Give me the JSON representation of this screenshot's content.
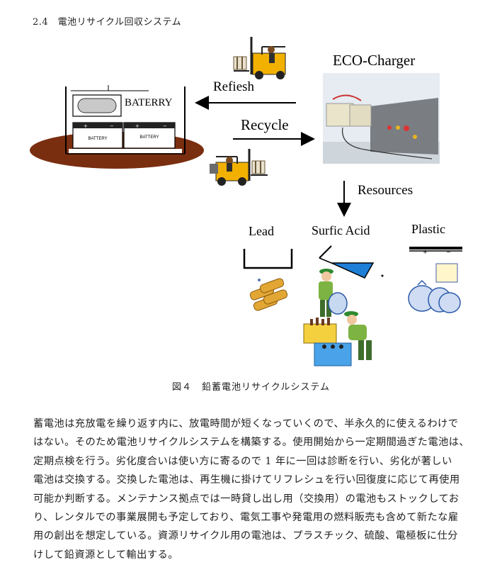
{
  "section_heading": "2.4　電池リサイクル回収システム",
  "diagram": {
    "eco_charger_label": "ECO-Charger",
    "refresh_label": "Refiesh",
    "recycle_label": "Recycle",
    "resources_label": "Resources",
    "battery_label": "BATERRY",
    "battery_cell_label": "BATTERY",
    "lead_label": "Lead",
    "acid_label": "Surfic Acid",
    "plastic_label": "Plastic"
  },
  "figure_caption": "図４　鉛蓄電池リサイクルシステム",
  "body_lines": [
    "蓄電池は充放電を繰り返す内に、放電時間が短くなっていくので、半永久的に使えるわけで",
    "はない。そのため電池リサイクルシステムを構築する。使用開始から一定期間過ぎた電池は、",
    "定期点検を行う。劣化度合いは使い方に寄るので 1 年に一回は診断を行い、劣化が著しい",
    "電池は交換する。交換した電池は、再生機に掛けてリフレシュを行い回復度に応じて再使用",
    "可能か判断する。メンテナンス拠点では一時貸し出し用（交換用）の電池もストックしてお",
    "り、レンタルでの事業展開も予定しており、電気工事や発電用の燃料販売も含めて新たな雇",
    "用の創出を想定している。資源リサイクル用の電池は、プラスチック、硫酸、電極板に仕分",
    "けして鉛資源として輸出する。"
  ]
}
